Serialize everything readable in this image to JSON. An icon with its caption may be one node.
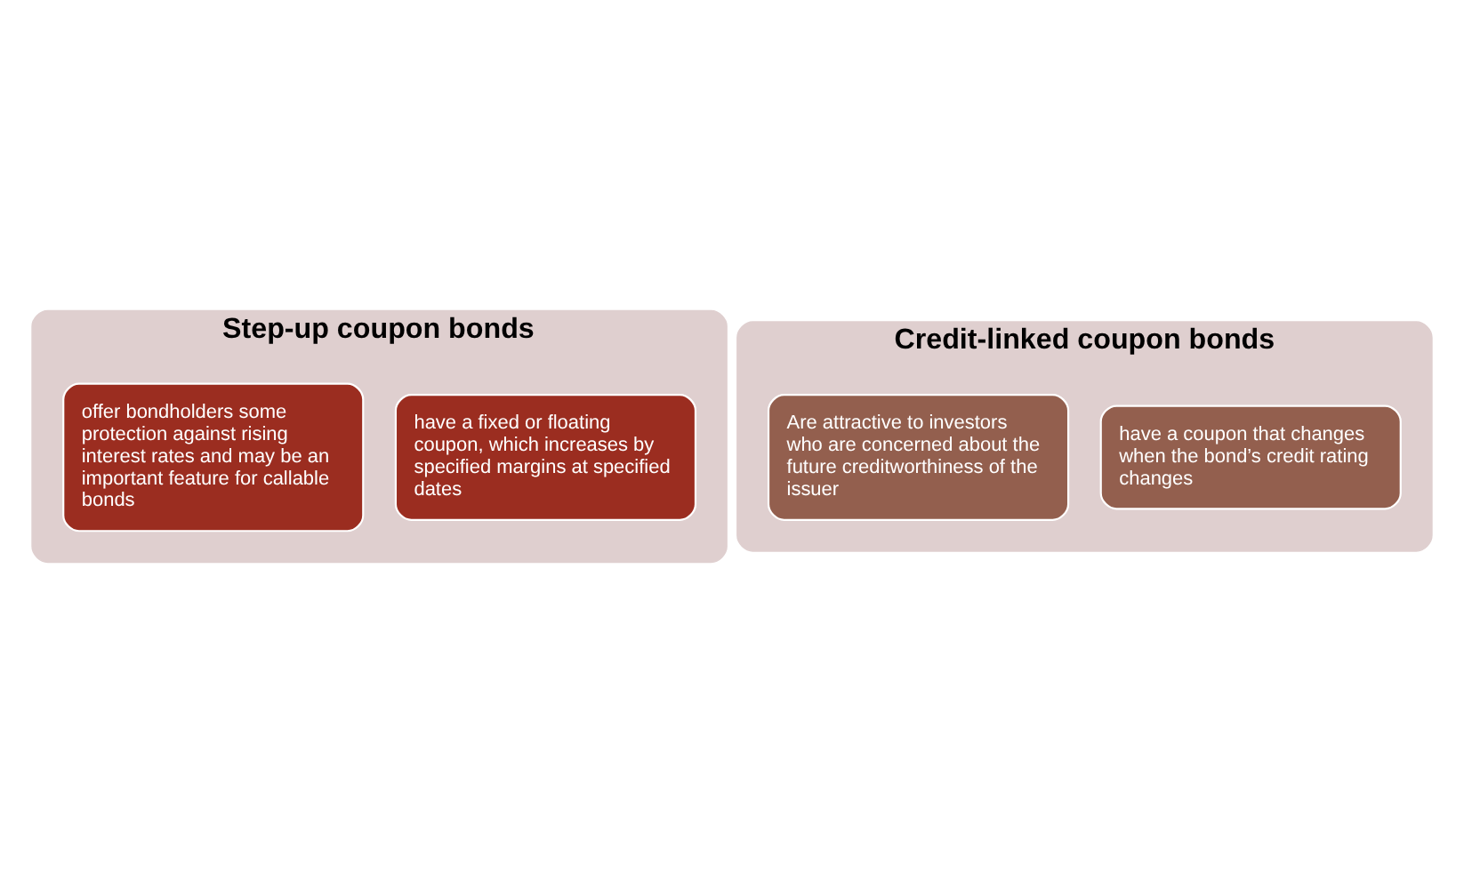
{
  "diagram": {
    "nodes": [
      {
        "text": [
          "Step-up coupon bonds"
        ]
      },
      {
        "text": [
          "have a fixed or floating coupon, which increases by specified margins at specified dates"
        ],
        "in": 0
      },
      {
        "text": [
          "offer bondholders some protection against rising interest rates and may be an important feature for callable bonds"
        ],
        "in": 0
      },
      {
        "text": [
          "Credit-linked coupon bonds"
        ]
      },
      {
        "text": [
          "have a coupon that changes when the bond’s credit rating changes"
        ],
        "in": 3
      },
      {
        "text": [
          "Are attractive to investors who are concerned about the future creditworthiness of the issuer"
        ],
        "in": 3
      }
    ]
  }
}
